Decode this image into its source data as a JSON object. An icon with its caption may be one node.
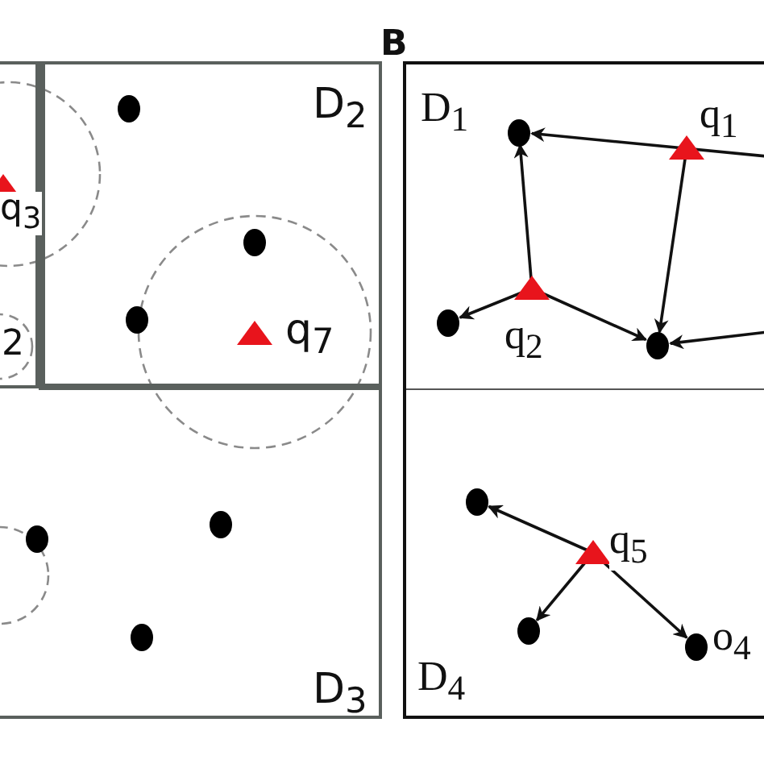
{
  "diagram": {
    "nodes": [
      {
        "text": [],
        "shape": "box"
      },
      {
        "text": [],
        "shape": "triangle",
        "in": 0,
        "beside": [
          "q$_{3}$"
        ]
      },
      {
        "text": [
          "D$_{2}$"
        ]
      },
      {
        "text": [],
        "shape": "circle",
        "in": 2
      },
      {
        "text": [],
        "shape": "circle",
        "in": 2
      },
      {
        "text": [],
        "shape": "circle",
        "in": 2
      },
      {
        "text": [],
        "shape": "triangle",
        "in": 2,
        "beside": [
          "q$_{7}$"
        ]
      },
      {
        "text": [
          "D$_{3}$"
        ]
      },
      {
        "text": [],
        "shape": "circle",
        "in": 7
      },
      {
        "text": [],
        "shape": "circle",
        "in": 7
      },
      {
        "text": [],
        "shape": "circle",
        "in": 7
      },
      {
        "text": [
          "D$_{1}$"
        ]
      },
      {
        "text": [],
        "shape": "circle",
        "in": 11
      },
      {
        "text": [],
        "shape": "triangle",
        "in": 11,
        "beside": [
          "q$_{1}$"
        ]
      },
      {
        "text": [],
        "shape": "circle",
        "in": 11
      },
      {
        "text": [],
        "shape": "triangle",
        "in": 11,
        "beside": [
          "q$_{2}$"
        ]
      },
      {
        "text": [],
        "shape": "circle",
        "in": 11
      },
      {
        "text": [
          "D$_{4}$"
        ]
      },
      {
        "text": [],
        "shape": "circle",
        "in": 17
      },
      {
        "text": [],
        "shape": "triangle",
        "in": 17,
        "beside": [
          "q$_{5}$"
        ]
      },
      {
        "text": [],
        "shape": "circle",
        "in": 17
      },
      {
        "text": [],
        "shape": "circle",
        "in": 17,
        "beside": [
          "o$_{4}$"
        ]
      }
    ],
    "edges": [
      {
        "from": null,
        "to": 12,
        "arrow": "to"
      },
      {
        "from": 13,
        "to": 16,
        "arrow": "to"
      },
      {
        "from": 15,
        "to": 12,
        "arrow": "to"
      },
      {
        "from": 15,
        "to": 14,
        "arrow": "to"
      },
      {
        "from": 15,
        "to": 16,
        "arrow": "to"
      },
      {
        "from": null,
        "to": 16,
        "arrow": "to"
      },
      {
        "from": 19,
        "to": 18,
        "arrow": "to"
      },
      {
        "from": 19,
        "to": 20,
        "arrow": "to"
      },
      {
        "from": 19,
        "to": 21,
        "arrow": "to"
      }
    ],
    "labels": [
      "B",
      "2"
    ]
  }
}
